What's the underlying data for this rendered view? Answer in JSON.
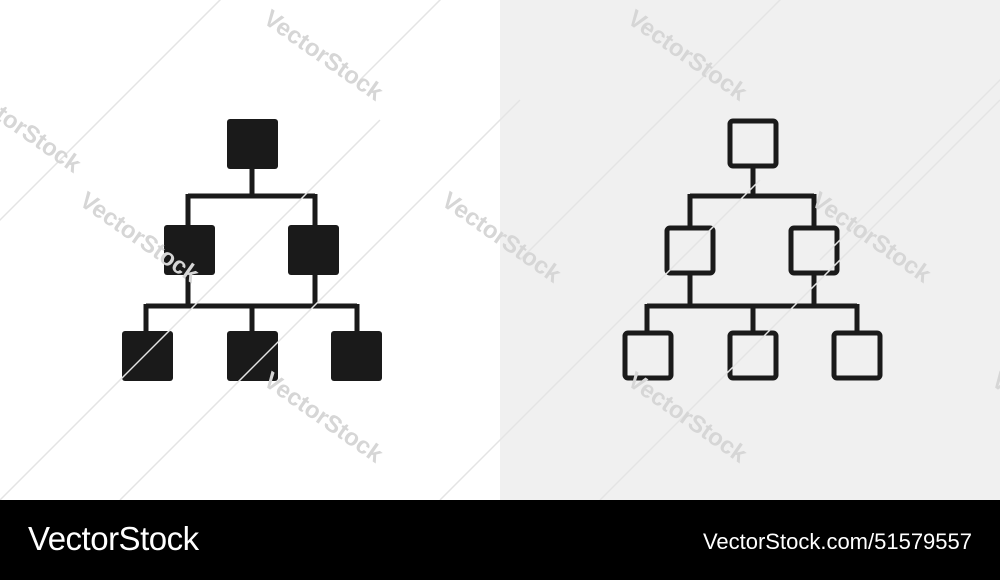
{
  "watermark": {
    "text": "VectorStock",
    "color": "#d2d2d2"
  },
  "panels": [
    {
      "name": "solid",
      "background": "#ffffff",
      "icon": "hierarchy-solid-icon"
    },
    {
      "name": "outline",
      "background": "#f0f0f0",
      "icon": "hierarchy-outline-icon"
    }
  ],
  "footer": {
    "brand": "VectorStock",
    "image_id": "VectorStock.com/51579557",
    "background": "#000000",
    "text_color": "#ffffff"
  }
}
